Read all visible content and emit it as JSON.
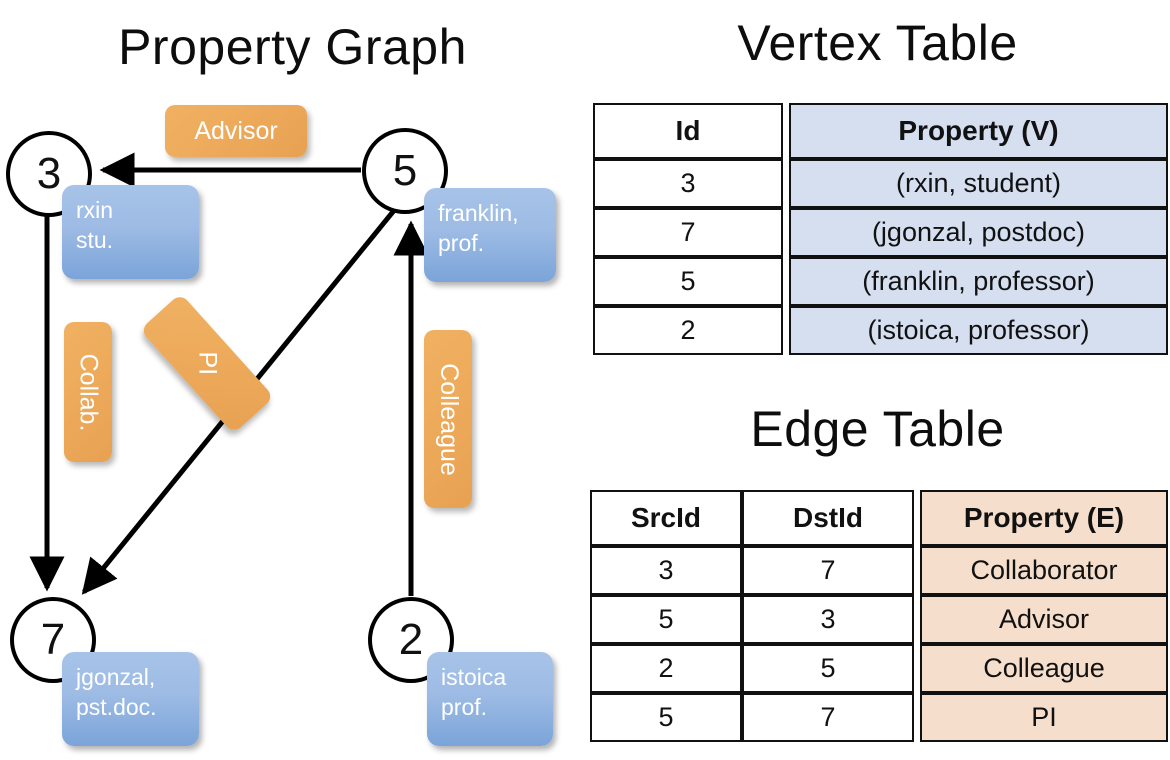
{
  "titles": {
    "property_graph": "Property Graph",
    "vertex_table": "Vertex Table",
    "edge_table": "Edge Table"
  },
  "graph": {
    "nodes": [
      {
        "id": "3",
        "label": "3",
        "property_lines": [
          "rxin",
          "stu."
        ]
      },
      {
        "id": "5",
        "label": "5",
        "property_lines": [
          "franklin,",
          "prof."
        ]
      },
      {
        "id": "7",
        "label": "7",
        "property_lines": [
          "jgonzal,",
          "pst.doc."
        ]
      },
      {
        "id": "2",
        "label": "2",
        "property_lines": [
          "istoica",
          "prof."
        ]
      }
    ],
    "node_property_text": {
      "rxin": "rxin\nstu.",
      "franklin": "franklin,\nprof.",
      "jgonzal": "jgonzal,\npst.doc.",
      "istoica": "istoica\nprof."
    },
    "edge_labels": {
      "advisor": "Advisor",
      "collab": "Collab.",
      "pi": "PI",
      "colleague": "Colleague"
    },
    "edges": [
      {
        "from": "5",
        "to": "3",
        "label": "Advisor"
      },
      {
        "from": "3",
        "to": "7",
        "label": "Collab."
      },
      {
        "from": "5",
        "to": "7",
        "label": "PI"
      },
      {
        "from": "2",
        "to": "5",
        "label": "Colleague"
      }
    ]
  },
  "vertex_table": {
    "headers": [
      "Id",
      "Property (V)"
    ],
    "rows": [
      {
        "id": "3",
        "property": "(rxin, student)"
      },
      {
        "id": "7",
        "property": "(jgonzal, postdoc)"
      },
      {
        "id": "5",
        "property": "(franklin, professor)"
      },
      {
        "id": "2",
        "property": "(istoica, professor)"
      }
    ]
  },
  "edge_table": {
    "headers": [
      "SrcId",
      "DstId",
      "Property (E)"
    ],
    "rows": [
      {
        "src": "3",
        "dst": "7",
        "property": "Collaborator"
      },
      {
        "src": "5",
        "dst": "3",
        "property": "Advisor"
      },
      {
        "src": "2",
        "dst": "5",
        "property": "Colleague"
      },
      {
        "src": "5",
        "dst": "7",
        "property": "PI"
      }
    ]
  },
  "colors": {
    "vertex_property_fill": "#d5dff0",
    "edge_property_fill": "#f5decb",
    "node_box_blue": "#9dbbe4",
    "edge_label_orange": "#eeab5c",
    "stroke": "#111111",
    "background": "#ffffff"
  }
}
